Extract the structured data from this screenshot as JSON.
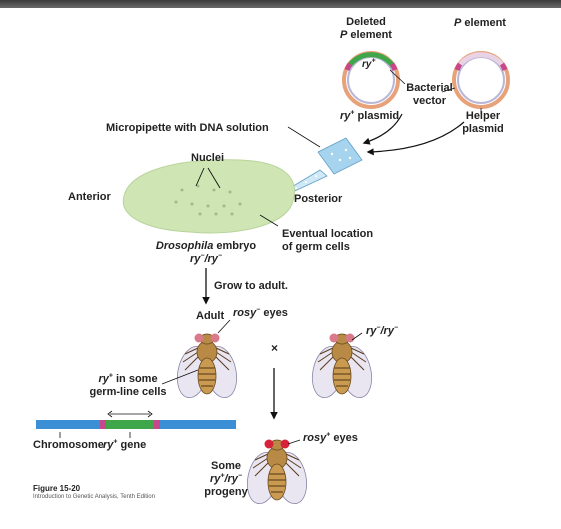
{
  "labels": {
    "deleted_p_element": [
      "Deleted",
      "P element"
    ],
    "p_element": "P element",
    "ry_plus_insert": "ry+",
    "bacterial_vector": [
      "Bacterial",
      "vector"
    ],
    "ry_plus_plasmid": "ry+ plasmid",
    "helper_plasmid": [
      "Helper",
      "plasmid"
    ],
    "micropipette": "Micropipette with DNA solution",
    "nuclei": "Nuclei",
    "anterior": "Anterior",
    "posterior": "Posterior",
    "eventual_location": [
      "Eventual location",
      "of germ cells"
    ],
    "embryo": "Drosophila embryo",
    "embryo_genotype": "ry−/ry−",
    "grow_to_adult": "Grow to adult.",
    "adult": "Adult",
    "rosy_minus_eyes": "rosy− eyes",
    "cross": "×",
    "mate_genotype": "ry−/ry−",
    "ry_plus_in_some": "ry+ in some",
    "germ_line_cells": "germ-line cells",
    "chromosome": "Chromosome",
    "ry_plus_gene": "ry+ gene",
    "rosy_plus_eyes": "rosy+ eyes",
    "some": "Some",
    "progeny_genotype": "ry+/ry−",
    "progeny": "progeny"
  },
  "caption": {
    "figure": "Figure 15-20",
    "source": "Introduction to Genetic Analysis, Tenth Edition"
  },
  "colors": {
    "embryo_fill": "#cfe6b4",
    "plasmid_outer": "#e8a27a",
    "plasmid_inner": "#b9b7d8",
    "insert_green": "#3fa64a",
    "p_end_pink": "#c8478a",
    "chromosome_blue": "#3b8fd4",
    "pipette_blue": "#a6d4ee",
    "fly_body": "#c49a52",
    "fly_eye_rosy_minus": "#d87a8a",
    "fly_eye_rosy_plus": "#d8213a"
  }
}
